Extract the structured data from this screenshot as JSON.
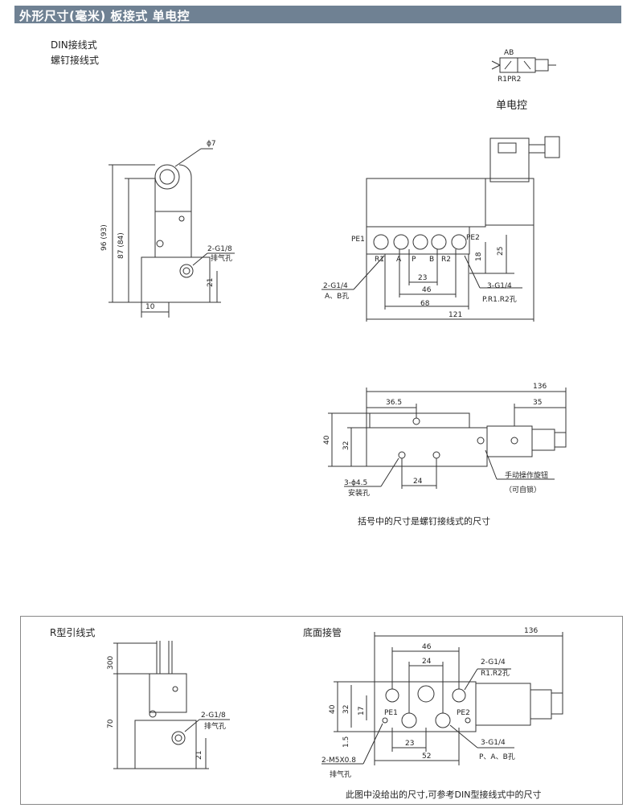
{
  "header": {
    "title": "外形尺寸(毫米)  板接式 单电控"
  },
  "labels": {
    "din_wiring": "DIN接线式",
    "screw_wiring": "螺钉接线式",
    "single_electric": "单电控",
    "bracket_note": "括号中的尺寸是螺钉接线式的尺寸",
    "r_type": "R型引线式",
    "bottom_piping": "底面接管",
    "bottom_note": "此图中没给出的尺寸,可参考DIN型接线式中的尺寸"
  },
  "symbol": {
    "ab": "AB",
    "r1pr2": "R1PR2"
  },
  "side_view": {
    "phi7": "ϕ7",
    "dim96": "96 (93)",
    "dim87": "87 (84)",
    "exhaust_port": "2-G1/8",
    "exhaust_label": "排气孔",
    "dim21": "21",
    "dim10": "10"
  },
  "front_view": {
    "pe1": "PE1",
    "pe2": "PE2",
    "r1": "R1",
    "a": "A",
    "p": "P",
    "b": "B",
    "r2": "R2",
    "ab_port": "2-G1/4",
    "ab_label": "A、B孔",
    "pr_port": "3-G1/4",
    "pr_label": "P.R1.R2孔",
    "dim23": "23",
    "dim46": "46",
    "dim68": "68",
    "dim121": "121",
    "dim18": "18",
    "dim25": "25"
  },
  "top_view": {
    "dim136": "136",
    "dim36_5": "36.5",
    "dim35": "35",
    "dim40": "40",
    "dim32": "32",
    "dim24": "24",
    "mount_hole": "3-ϕ4.5",
    "mount_label": "安装孔",
    "manual_knob": "手动操作旋钮",
    "self_lock": "（可自锁）"
  },
  "r_view": {
    "dim300": "300",
    "dim70": "70",
    "dim21": "21",
    "exhaust_port": "2-G1/8",
    "exhaust_label": "排气孔"
  },
  "bottom_view": {
    "dim136": "136",
    "dim46": "46",
    "dim24": "24",
    "r_port": "2-G1/4",
    "r_label": "R1.R2孔",
    "dim40": "40",
    "dim32": "32",
    "dim17": "17",
    "dim1_5": "1.5",
    "pe1": "PE1",
    "pe2": "PE2",
    "dim23": "23",
    "dim52": "52",
    "pab_port": "3-G1/4",
    "pab_label": "P、A、B孔",
    "m5_port": "2-M5X0.8",
    "m5_label": "排气孔"
  }
}
